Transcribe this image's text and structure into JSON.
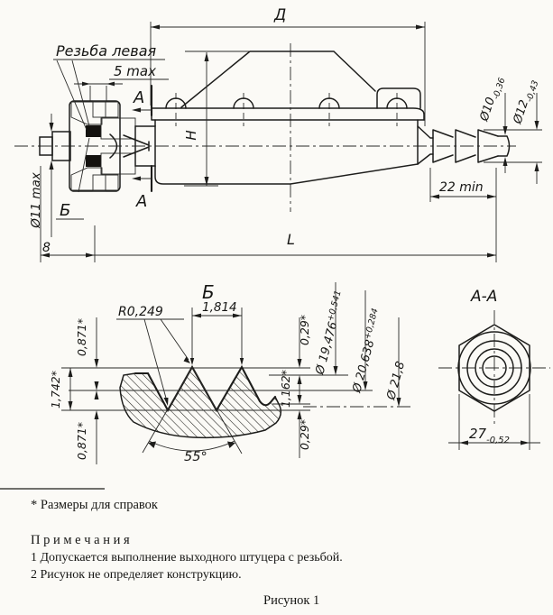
{
  "main_view": {
    "thread_note": "Резьба левая",
    "dim_5max": "5 max",
    "dim_D": "Д",
    "section_letter": "А",
    "dim_H": "Н",
    "dim_11max": "Ø11 max",
    "detail_letter": "Б",
    "dim_8": "8",
    "dim_L": "L",
    "dim_22min": "22 min",
    "dia10": "Ø10",
    "dia10_tol": "-0,36",
    "dia12": "Ø12",
    "dia12_tol": "-0,43"
  },
  "detail_b": {
    "title": "Б",
    "radius": "R0,249",
    "pitch": "1,814",
    "angle": "55°",
    "dim_0871": "0,871*",
    "dim_1742": "1,742*",
    "dim_029": "0,29*",
    "dim_1162": "1,162*",
    "dia_19476": "Ø 19,476",
    "dia_19476_tol": "+0,541",
    "dia_20638": "Ø 20,638",
    "dia_20638_tol": "+0,284",
    "dia_218": "Ø 21,8"
  },
  "section_aa": {
    "title": "А-А",
    "dim_27": "27",
    "dim_27_tol": "-0,52"
  },
  "notes": {
    "footnote": "* Размеры для справок",
    "heading": "П р и м е ч а н и я",
    "note1": "1 Допускается выполнение выходного штуцера с резьбой.",
    "note2": "2 Рисунок не определяет конструкцию.",
    "caption": "Рисунок 1"
  }
}
